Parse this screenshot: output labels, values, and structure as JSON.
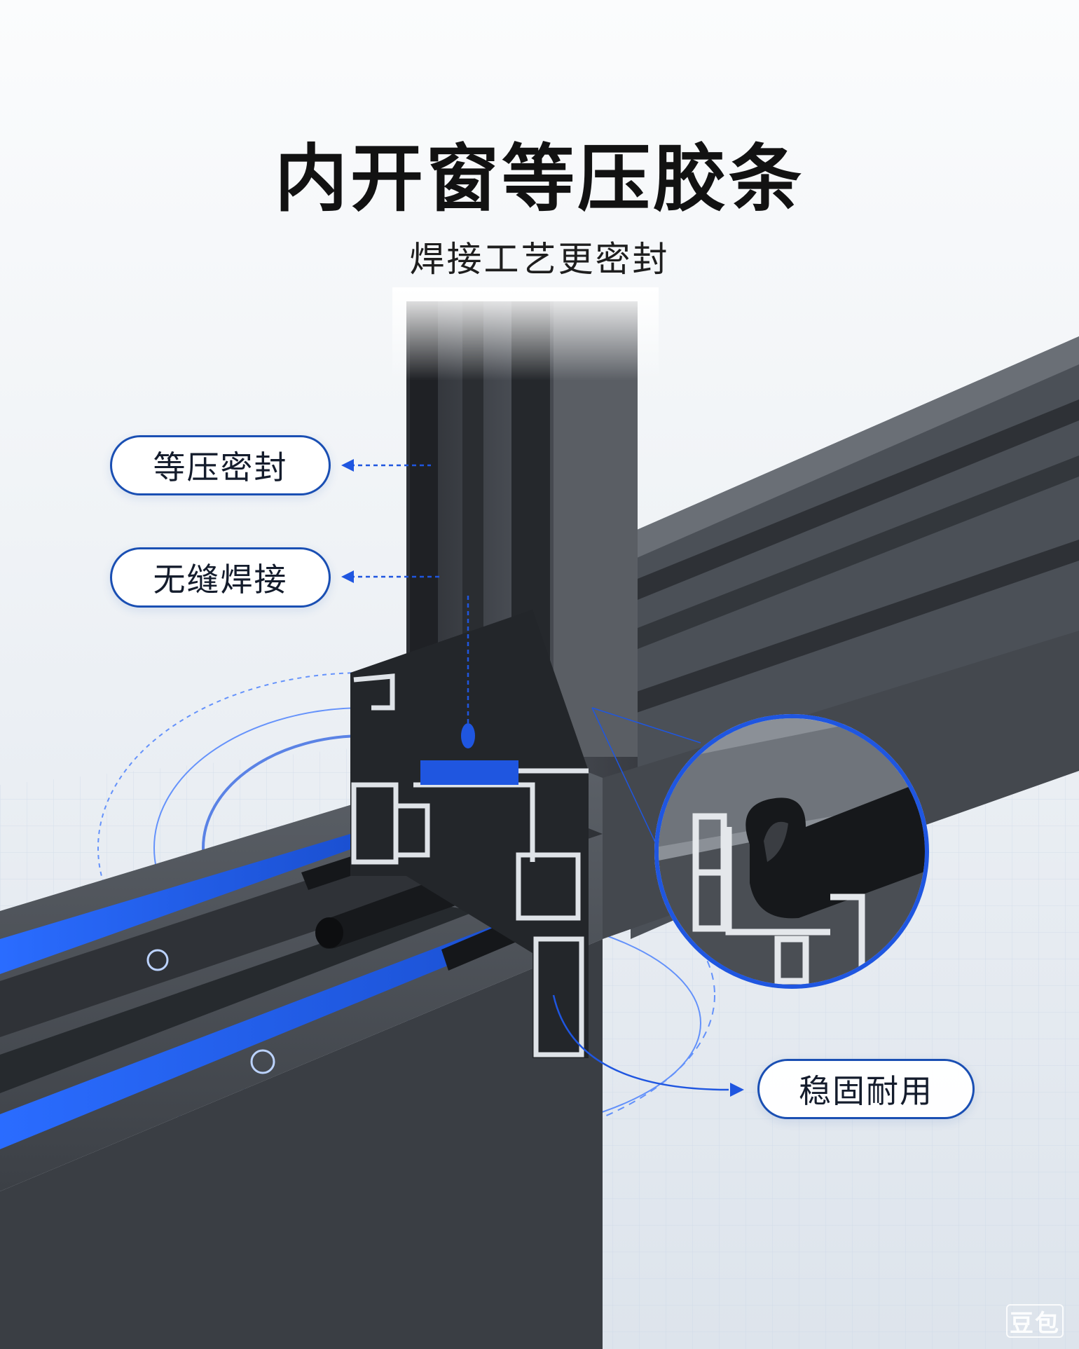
{
  "header": {
    "title": "内开窗等压胶条",
    "subtitle": "焊接工艺更密封"
  },
  "callouts": [
    {
      "label": "等压密封"
    },
    {
      "label": "无缝焊接"
    },
    {
      "label": "稳固耐用"
    }
  ],
  "watermark": {
    "text": "豆包"
  },
  "colors": {
    "accent": "#1a4fb3",
    "gasket_blue": "#1f5fe0",
    "profile_dark": "#3b3f45",
    "profile_mid": "#54595f",
    "aluminum": "#d7dbe0"
  }
}
